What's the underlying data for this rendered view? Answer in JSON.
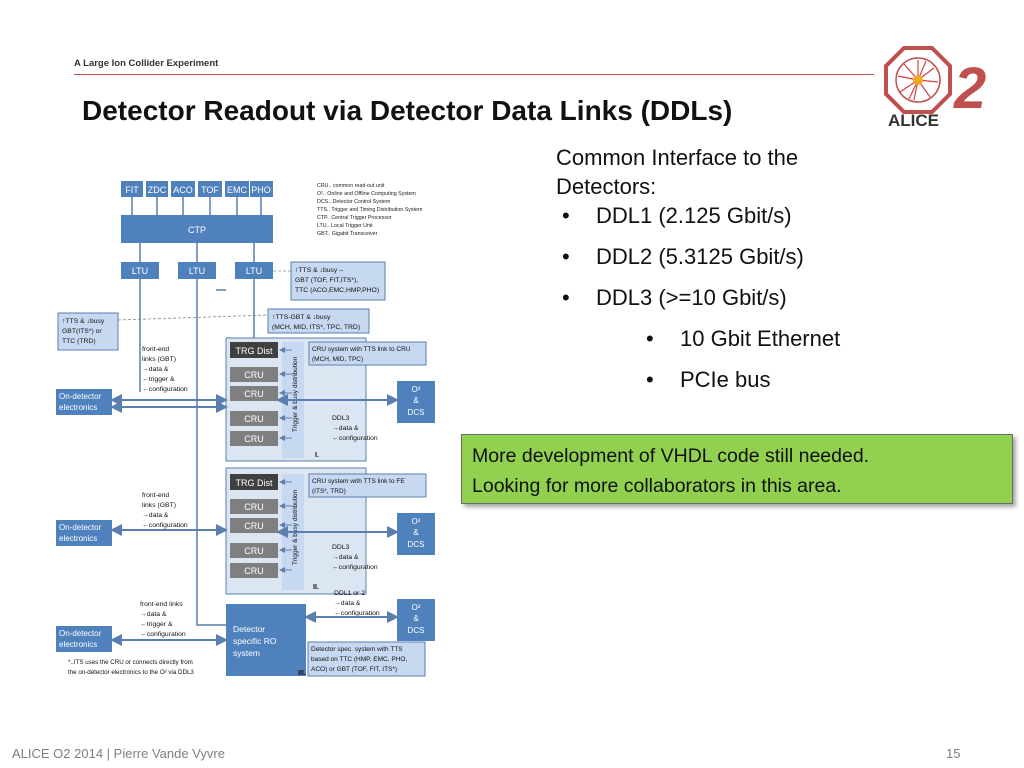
{
  "header": {
    "subtitle": "A Large Ion Collider Experiment",
    "title": "Detector Readout via Detector Data Links (DDLs)",
    "logo_text": "ALICE",
    "logo_numeral": "2"
  },
  "right_panel": {
    "intro_line1": "Common Interface to the",
    "intro_line2": "Detectors:",
    "bullet_char": "•",
    "bullets": [
      "DDL1 (2.125 Gbit/s)",
      "DDL2 (5.3125 Gbit/s)",
      "DDL3 (>=10 Gbit/s)"
    ],
    "sub_bullets": [
      "10 Gbit Ethernet",
      "PCIe bus"
    ]
  },
  "note_box": {
    "line1": "More development of VHDL code still needed.",
    "line2": "Looking for more collaborators in this area."
  },
  "footer": {
    "text": "ALICE O2  2014 |  Pierre Vande Vyvre",
    "page": "15"
  },
  "diagram": {
    "detectors": [
      "FIT",
      "ZDC",
      "ACO",
      "TOF",
      "EMC",
      "PHO"
    ],
    "ctp_label": "CTP",
    "ltu_labels": [
      "LTU",
      "LTU",
      "LTU"
    ],
    "legend": [
      "CRU.. common read-out unit",
      "O².. Online and Offline Computing System",
      "DCS.. Detector Control System",
      "TTS.. Trigger and Timing Distribution System",
      "CTP.. Central Trigger Processor",
      "LTU.. Local Trigger Unit",
      "GBT.. Gigabit Transceiver"
    ],
    "tts_box_top": [
      "↑TTS & ↓busy –",
      "GBT (TOF, FIT,ITS*),",
      "TTC (ACO,EMC,HMP,PHO)"
    ],
    "tts_box_mid": [
      "↑TTS-GBT & ↓busy",
      "(MCH, MID, ITS*, TPC, TRD)"
    ],
    "tts_box_left": [
      "↑TTS & ↓busy",
      "GBT(ITS*) or",
      "TTC (TRD)"
    ],
    "trg_dist": "TRG Dist",
    "cru": "CRU",
    "vertical_label": "Trigger & busy distribution",
    "on_detector": [
      "On-detector",
      "electronics"
    ],
    "o2_dcs": [
      "O²",
      "&",
      "DCS"
    ],
    "section1": {
      "roman": "I.",
      "info": [
        "CRU system with TTS link to CRU",
        "(MCH, MID, TPC)"
      ],
      "frontend": [
        "front-end",
        "links (GBT)",
        "→data &",
        "←trigger &",
        "←configuration"
      ],
      "ddl": [
        "DDL3",
        "→data &",
        "←configuration"
      ]
    },
    "section2": {
      "roman": "II.",
      "info": [
        "CRU system with TTS link to FE",
        "(ITS*, TRD)"
      ],
      "frontend": [
        "front-end",
        "links (GBT)",
        "→data &",
        "←configuration"
      ],
      "ddl": [
        "DDL3",
        "→data &",
        "←configuration"
      ]
    },
    "section3": {
      "roman": "III.",
      "detector_box": [
        "Detector",
        "specific RO",
        "system"
      ],
      "info": [
        "Detector spec. system with TTS",
        "based on TTC (HMP, EMC, PHO,",
        "ACO) or GBT (TOF, FIT, ITS*)"
      ],
      "frontend": [
        "front-end links",
        "→data &",
        "←trigger &",
        "←configuration"
      ],
      "ddl": [
        "DDL1 or 2",
        "→data &",
        "←configuration"
      ]
    },
    "footnote": [
      "*..ITS uses the CRU or connects directly from",
      "the on-detector electronics to the O² via DDL3"
    ]
  },
  "colors": {
    "box_blue": "#4f81bd",
    "dark_box": "#404040",
    "gray_box": "#7f7f7f",
    "light_blue": "#c6d9f1",
    "section_bg": "#dce6f2",
    "note_green": "#92d050",
    "rule_red": "#c0504d"
  }
}
